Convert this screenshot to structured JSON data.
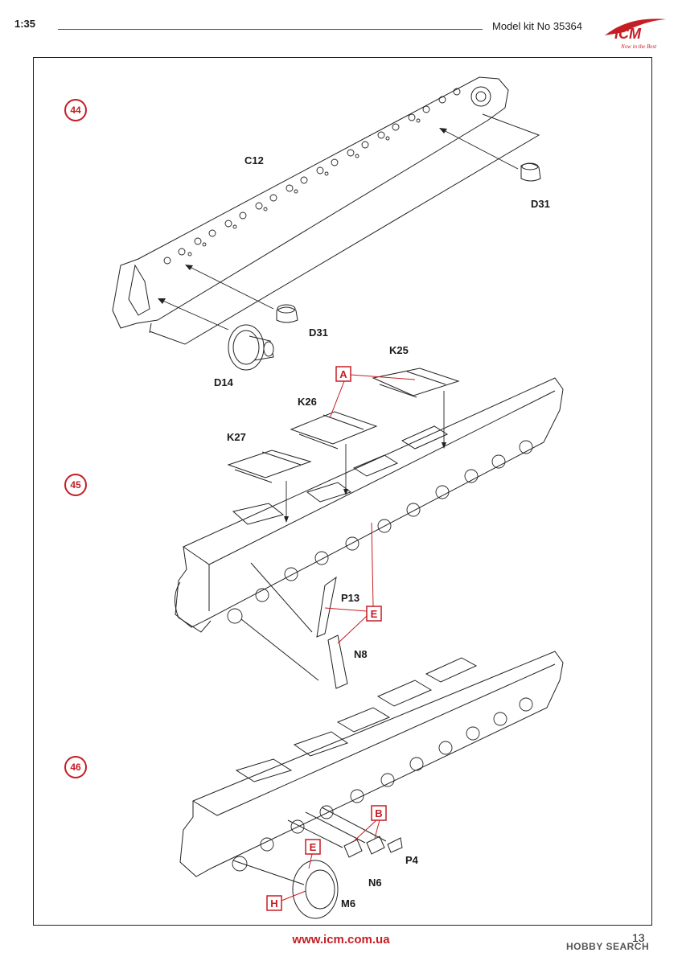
{
  "header": {
    "scale": "1:35",
    "model_kit": "Model kit No 35364",
    "logo_text": "ICM",
    "logo_tagline": "Now in the Best"
  },
  "steps": {
    "s44": "44",
    "s45": "45",
    "s46": "46"
  },
  "parts": {
    "c12": "C12",
    "d31_a": "D31",
    "d31_b": "D31",
    "d14": "D14",
    "k25": "K25",
    "k26": "K26",
    "k27": "K27",
    "p13": "P13",
    "n8": "N8",
    "p4": "P4",
    "n6": "N6",
    "m6": "M6"
  },
  "markers": {
    "a": "A",
    "e45": "E",
    "b": "B",
    "e46": "E",
    "h": "H"
  },
  "footer": {
    "url": "www.icm.com.ua",
    "page_number": "13",
    "watermark": "HOBBY SEARCH"
  },
  "colors": {
    "accent": "#c61d24",
    "line": "#222222"
  }
}
